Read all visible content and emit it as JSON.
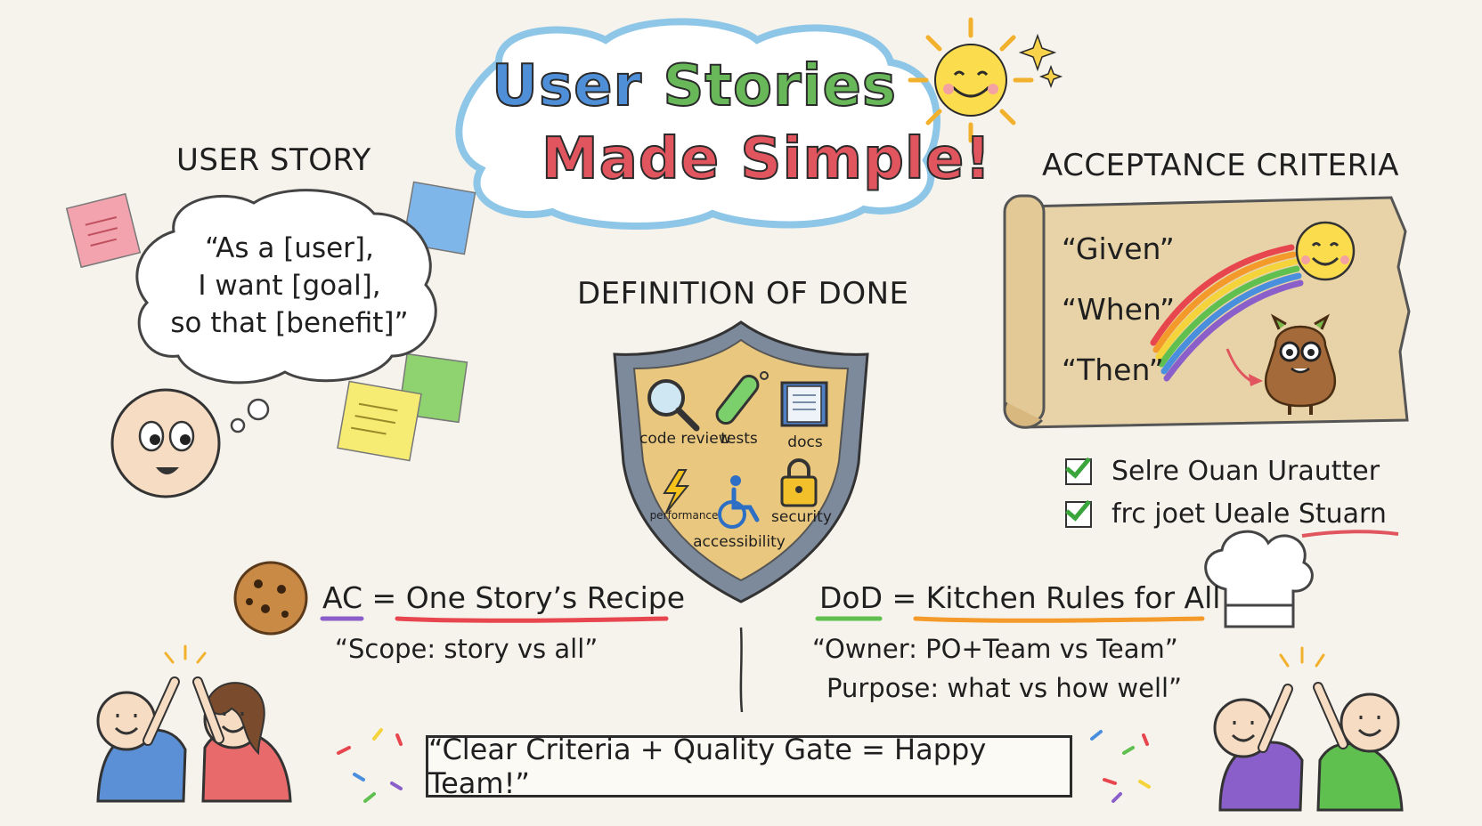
{
  "title": {
    "line1_part1": "User",
    "line1_part2": "Stories",
    "line2": "Made Simple!"
  },
  "user_story": {
    "heading": "USER STORY",
    "quote_lines": [
      "“As a [user],",
      "I want [goal],",
      "so that [benefit]”"
    ]
  },
  "definition_of_done": {
    "heading": "DEFINITION OF DONE",
    "items": [
      {
        "icon": "magnifier-icon",
        "label": "code review"
      },
      {
        "icon": "test-tube-icon",
        "label": "tests"
      },
      {
        "icon": "book-icon",
        "label": "docs"
      },
      {
        "icon": "lightning-icon",
        "label": "performance"
      },
      {
        "icon": "wheelchair-icon",
        "label": "accessibility"
      },
      {
        "icon": "padlock-icon",
        "label": "security"
      }
    ]
  },
  "acceptance_criteria": {
    "heading": "ACCEPTANCE CRITERIA",
    "scroll_words": [
      "“Given”",
      "“When”",
      "“Then”"
    ],
    "checklist": [
      "Selre Ouan Urautter",
      "frc joet Ueale Stuarn"
    ]
  },
  "comparison": {
    "ac_prefix": "AC =",
    "ac_text": "One Story’s Recipe",
    "ac_sub": "“Scope: story vs all”",
    "dod_prefix": "DoD =",
    "dod_text": "Kitchen Rules for All",
    "dod_sub_line1": "“Owner: PO+Team vs Team”",
    "dod_sub_line2": "Purpose: what vs how well”"
  },
  "footer": {
    "banner": "“Clear Criteria + Quality Gate = Happy Team!”"
  },
  "colors": {
    "background": "#f6f3ec",
    "title_blue": "#4f8fd8",
    "title_green": "#68b85a",
    "title_red": "#e0555e",
    "shield_gold": "#e9c77e",
    "scroll_tan": "#e8d3a8",
    "check_green": "#3aa53a"
  }
}
